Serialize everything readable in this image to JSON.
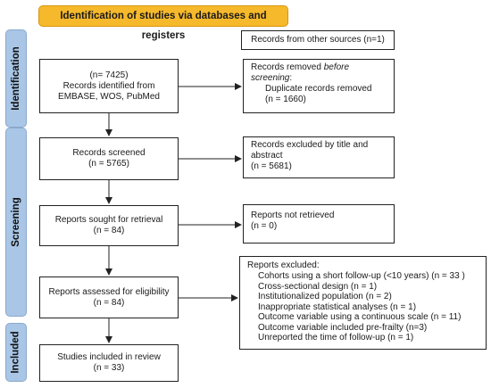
{
  "header": {
    "title": "Identification of studies via databases and registers"
  },
  "phases": {
    "identification": "Identification",
    "screening": "Screening",
    "included": "Included"
  },
  "identification": {
    "other_sources": "Records from other sources (n=1)",
    "identified_n": "(n= 7425)",
    "identified_line1": "Records identified from",
    "identified_line2": "EMBASE, WOS, PubMed",
    "removed_prefix": "Records removed ",
    "removed_italic": "before screening",
    "removed_suffix": ":",
    "removed_detail": "Duplicate records removed",
    "removed_n": "(n = 1660)"
  },
  "screening": {
    "screened_label": "Records screened",
    "screened_n": "(n = 5765)",
    "excluded_line1": "Records excluded by title and",
    "excluded_line2": "abstract",
    "excluded_n": "(n = 5681)",
    "sought_label": "Reports sought for retrieval",
    "sought_n": "(n = 84)",
    "not_retrieved_label": "Reports not retrieved",
    "not_retrieved_n": "(n = 0)",
    "assessed_label": "Reports assessed for eligibility",
    "assessed_n": "(n = 84)",
    "reports_excluded_title": "Reports excluded:",
    "reports_excluded_items": [
      "Cohorts using a short follow-up (<10 years) (n = 33 )",
      "Cross-sectional design (n = 1)",
      "Institutionalized population (n = 2)",
      "Inappropriate statistical analyses (n = 1)",
      "Outcome variable using a continuous scale (n = 11)",
      "Outcome variable included pre-frailty (n=3)",
      "Unreported the time of follow-up (n = 1)"
    ]
  },
  "included": {
    "label": "Studies included in review",
    "n": "(n = 33)"
  },
  "colors": {
    "header_fill": "#f6b92b",
    "phase_fill": "#a9c6e6",
    "line": "#222222"
  }
}
